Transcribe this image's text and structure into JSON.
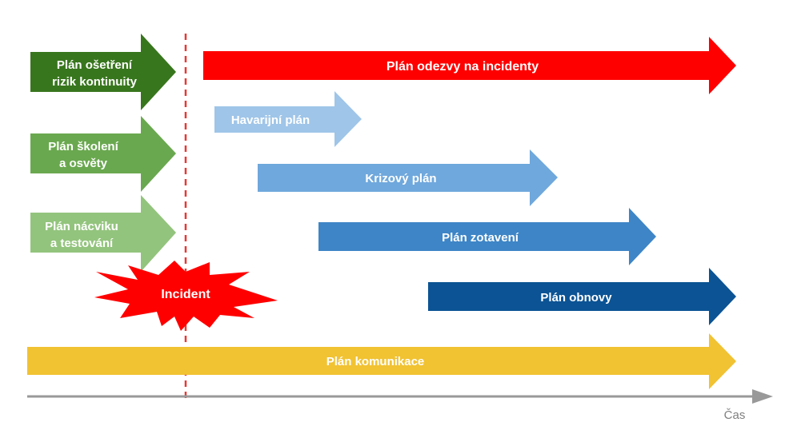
{
  "arrows": {
    "risk_treatment": {
      "line1": "Plán ošetření",
      "line2": "rizik kontinuity",
      "color": "#38761d"
    },
    "training": {
      "line1": "Plán školení",
      "line2": "a osvěty",
      "color": "#6aa84f"
    },
    "exercise": {
      "line1": "Plán nácviku",
      "line2": "a testování",
      "color": "#93c47d"
    },
    "incident_response": {
      "label": "Plán odezvy na incidenty",
      "color": "#ff0000"
    },
    "emergency": {
      "label": "Havarijní plán",
      "color": "#9fc5e8"
    },
    "crisis": {
      "label": "Krizový plán",
      "color": "#6fa8dc"
    },
    "recovery": {
      "label": "Plán zotavení",
      "color": "#3d85c6"
    },
    "restoration": {
      "label": "Plán obnovy",
      "color": "#0b5394"
    },
    "communication": {
      "label": "Plán komunikace",
      "color": "#f1c232"
    }
  },
  "incident": {
    "label": "Incident",
    "color": "#ff0000"
  },
  "time_axis": {
    "label": "Čas",
    "color": "#999999"
  },
  "incident_line_color": "#e53935"
}
